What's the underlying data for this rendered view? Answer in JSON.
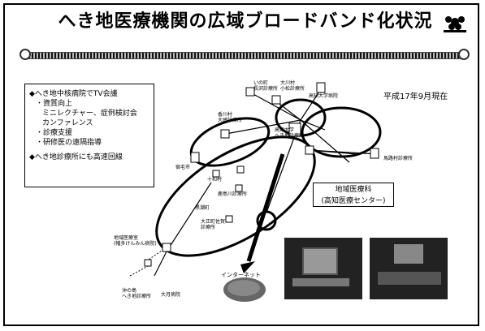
{
  "title": "へき地医療機関の広域ブロードバンド化状況",
  "date_label": "平成17年9月現在",
  "callout": {
    "lines": [
      "◆へき地中核病院でTV会議",
      "・資質向上",
      "ミニレクチャー、症例検討会",
      "カンファレンス",
      "・診療支援",
      "・研修医の遠隔指導",
      "◆へき地診療所にも高速回線"
    ]
  },
  "nodes": {
    "ino": "いの町\n長沢診療所",
    "otoyo": "大川村\n小松診療所",
    "kochi": "高知大学病院",
    "kagami": "香川村\n大崎診療所",
    "central": "高知大学\nへき地診療所",
    "sukumo": "宿毛市",
    "towa": "十和村",
    "kashima": "鹿島川診療所",
    "kuroshio": "黒潮町",
    "otsuki": "大正町佐賀\n診療所",
    "umaji": "馬路村診療所",
    "kenin": "地域医療室\n(幡多けんみん病院)",
    "okinoshima": "沖の島\nへき地診療所",
    "hospital": "大月病院",
    "internet": "インターネット"
  },
  "chiiki": {
    "line1": "地域医療科",
    "line2": "(高知医療センター)"
  },
  "colors": {
    "ink": "#000000",
    "photo_dark": "#222222"
  }
}
